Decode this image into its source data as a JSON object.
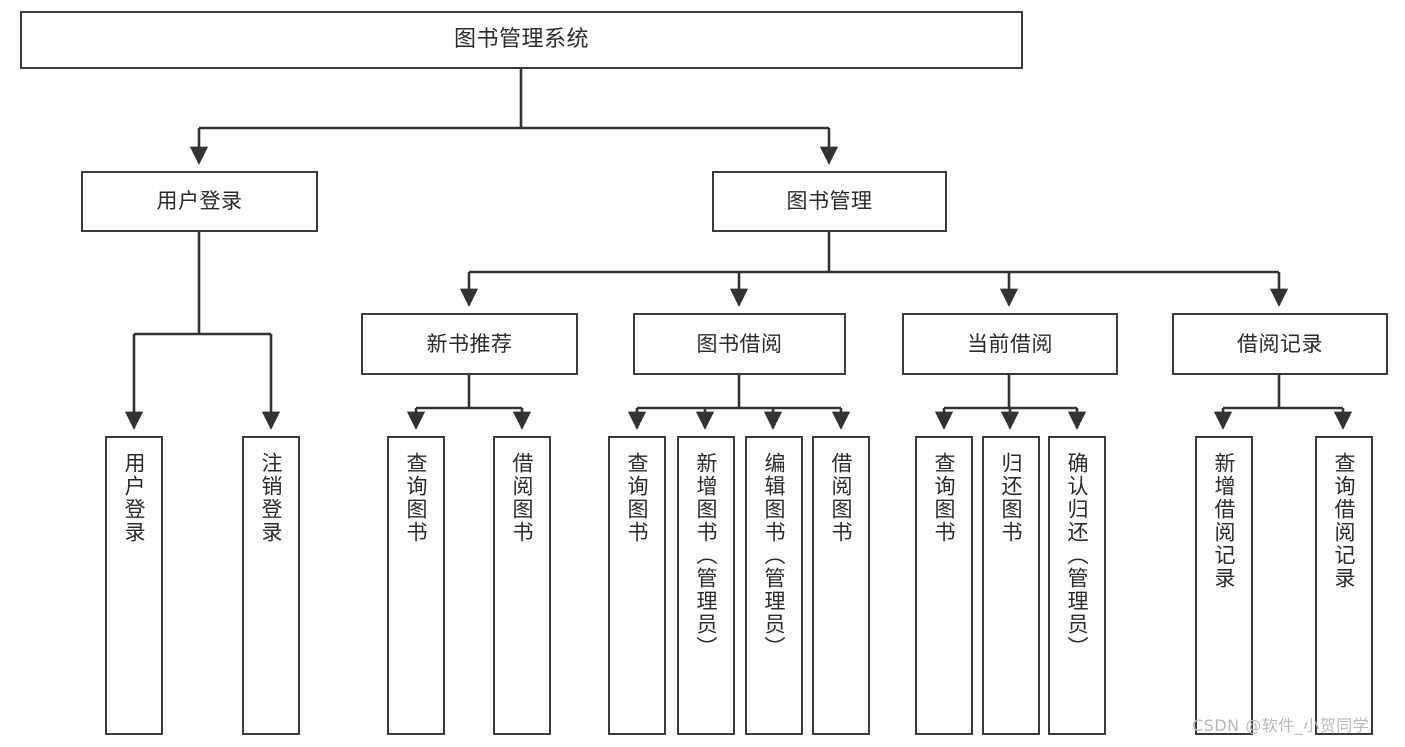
{
  "diagram": {
    "title": "图书管理系统",
    "root": {
      "label": "图书管理系统"
    },
    "level1": [
      {
        "label": "用户登录"
      },
      {
        "label": "图书管理"
      }
    ],
    "level2": [
      {
        "label": "新书推荐"
      },
      {
        "label": "图书借阅"
      },
      {
        "label": "当前借阅"
      },
      {
        "label": "借阅记录"
      }
    ],
    "leaves": {
      "user_login": [
        {
          "label": "用户登录"
        },
        {
          "label": "注销登录"
        }
      ],
      "new_book_recommend": [
        {
          "label": "查询图书"
        },
        {
          "label": "借阅图书"
        }
      ],
      "book_borrow": [
        {
          "label": "查询图书"
        },
        {
          "label": "新增图书（管理员）"
        },
        {
          "label": "编辑图书（管理员）"
        },
        {
          "label": "借阅图书"
        }
      ],
      "current_borrow": [
        {
          "label": "查询图书"
        },
        {
          "label": "归还图书"
        },
        {
          "label": "确认归还（管理员）"
        }
      ],
      "borrow_record": [
        {
          "label": "新增借阅记录"
        },
        {
          "label": "查询借阅记录"
        }
      ]
    }
  },
  "watermark": {
    "text": "CSDN @软件_小贺同学"
  },
  "colors": {
    "border": "#3a3a3a",
    "text": "#2b2b2b",
    "background": "#ffffff",
    "wire": "#333333",
    "watermark": "#b9b9b9"
  }
}
